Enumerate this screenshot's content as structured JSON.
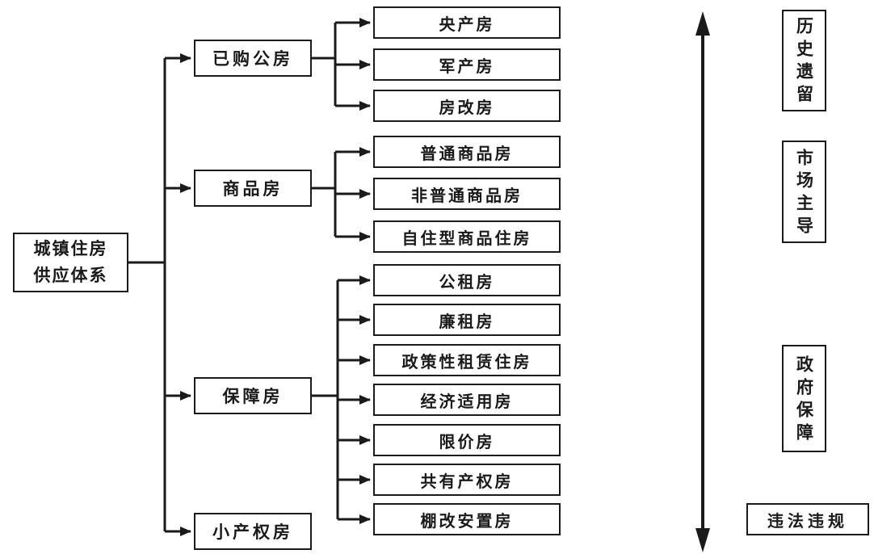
{
  "diagram": {
    "title_hint": "urban-housing-supply-system-flowchart",
    "root": {
      "label": "城镇住房\n供应体系"
    },
    "branches": [
      {
        "label": "已购公房",
        "children": [
          "央产房",
          "军产房",
          "房改房"
        ]
      },
      {
        "label": "商品房",
        "children": [
          "普通商品房",
          "非普通商品房",
          "自住型商品住房"
        ]
      },
      {
        "label": "保障房",
        "children": [
          "公租房",
          "廉租房",
          "政策性租赁住房",
          "经济适用房",
          "限价房",
          "共有产权房",
          "棚改安置房"
        ]
      },
      {
        "label": "小产权房",
        "children": []
      }
    ],
    "annotations": {
      "vertical_labels": [
        "历史遗留",
        "市场主导",
        "政府保障"
      ],
      "bottom_label": "违法违规"
    },
    "colors": {
      "line": "#1a1a1a",
      "box_border": "#1a1a1a",
      "text": "#1a1a1a",
      "background": "#ffffff"
    }
  }
}
